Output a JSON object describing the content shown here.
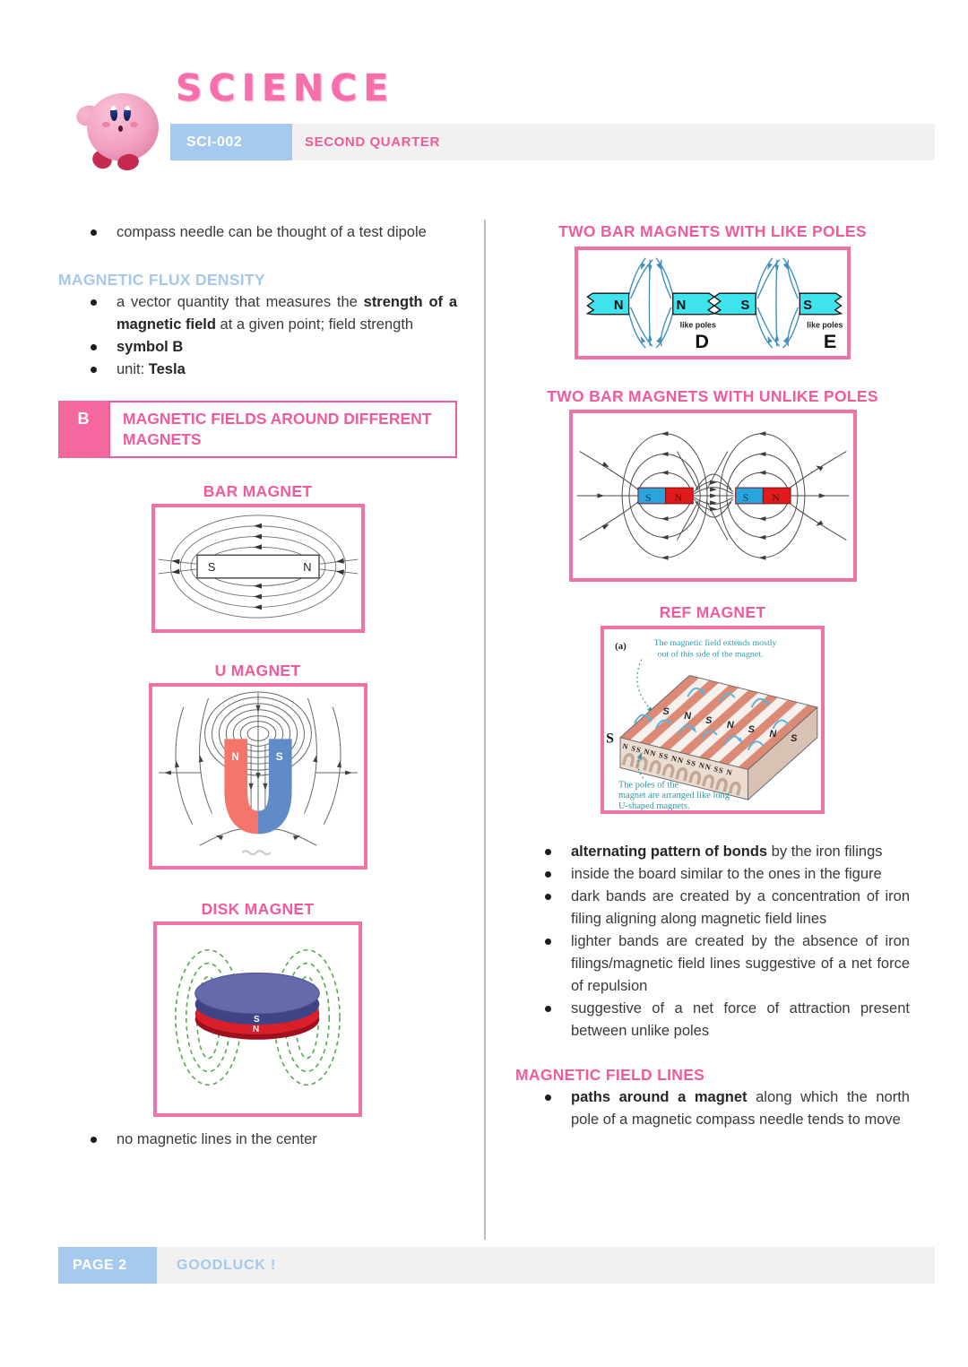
{
  "colors": {
    "accent_pink": "#ef5b9c",
    "border_pink": "#f172a6",
    "accent_light_blue": "#a5c8ec",
    "bar_gray": "#f1f1f1",
    "body_text": "#3a3a3a"
  },
  "header": {
    "title": "SCIENCE",
    "code": "SCI-002",
    "quarter": "SECOND QUARTER",
    "mascot": "kirby-illustration"
  },
  "left": {
    "intro_bullet": {
      "pre": "compass needle can be thought of a test dipole",
      "bold": "",
      "post": ""
    },
    "flux": {
      "heading": "MAGNETIC FLUX DENSITY",
      "bullets": [
        {
          "pre": "a vector quantity that measures the ",
          "bold": "strength of a magnetic field",
          "post": " at a given point; field strength"
        },
        {
          "pre": "",
          "bold": "symbol B",
          "post": ""
        },
        {
          "pre": "unit: ",
          "bold": "Tesla",
          "post": ""
        }
      ]
    },
    "section_b": {
      "letter": "B",
      "title": "MAGNETIC FIELDS AROUND DIFFERENT MAGNETS"
    },
    "bar_magnet": {
      "heading": "BAR MAGNET",
      "pole_left": "S",
      "pole_right": "N"
    },
    "u_magnet": {
      "heading": "U MAGNET",
      "pole_left": "N",
      "pole_right": "S"
    },
    "disk_magnet": {
      "heading": "DISK MAGNET",
      "pole_top": "S",
      "pole_bottom": "N"
    },
    "disk_note": {
      "pre": "no magnetic lines in the center",
      "bold": "",
      "post": ""
    }
  },
  "right": {
    "like_poles": {
      "heading": "TWO BAR MAGNETS WITH LIKE POLES",
      "pair1": {
        "left_pole": "N",
        "right_pole": "N",
        "caption": "like poles",
        "letter": "D"
      },
      "pair2": {
        "left_pole": "S",
        "right_pole": "S",
        "caption": "like poles",
        "letter": "E"
      }
    },
    "unlike_poles": {
      "heading": "TWO BAR MAGNETS WITH UNLIKE POLES",
      "magnet1": {
        "left_pole": "S",
        "right_pole": "N"
      },
      "magnet2": {
        "left_pole": "S",
        "right_pole": "N"
      }
    },
    "ref_magnet": {
      "heading": "REF MAGNET",
      "fig_label": "(a)",
      "top_note_line1": "The magnetic field extends mostly",
      "top_note_line2": "out of this side of the magnet.",
      "side_letter": "S",
      "top_letters": [
        "S",
        "N",
        "S",
        "N",
        "S",
        "N",
        "S"
      ],
      "front_row": "N SS NN SS NN SS NN SS N",
      "bottom_note_line1": "The poles of the",
      "bottom_note_line2": "magnet are arranged like long",
      "bottom_note_line3": "U-shaped magnets."
    },
    "bullets": [
      {
        "pre": "",
        "bold": "alternating pattern of bonds",
        "post": " by the iron filings"
      },
      {
        "pre": "inside the board similar to the ones in the figure",
        "bold": "",
        "post": ""
      },
      {
        "pre": "dark bands are created by a concentration of iron filing aligning along magnetic field lines",
        "bold": "",
        "post": ""
      },
      {
        "pre": "lighter bands are created by the absence of iron filings/magnetic field lines suggestive of a net force of repulsion",
        "bold": "",
        "post": ""
      },
      {
        "pre": "suggestive of a net force of attraction present between unlike poles",
        "bold": "",
        "post": ""
      }
    ],
    "field_lines": {
      "heading": "MAGNETIC FIELD LINES",
      "bullet": {
        "pre": "",
        "bold": "paths around a magnet",
        "post": " along which the north pole of a magnetic compass needle tends to move"
      }
    }
  },
  "footer": {
    "page": "PAGE 2",
    "message": "GOODLUCK !"
  }
}
